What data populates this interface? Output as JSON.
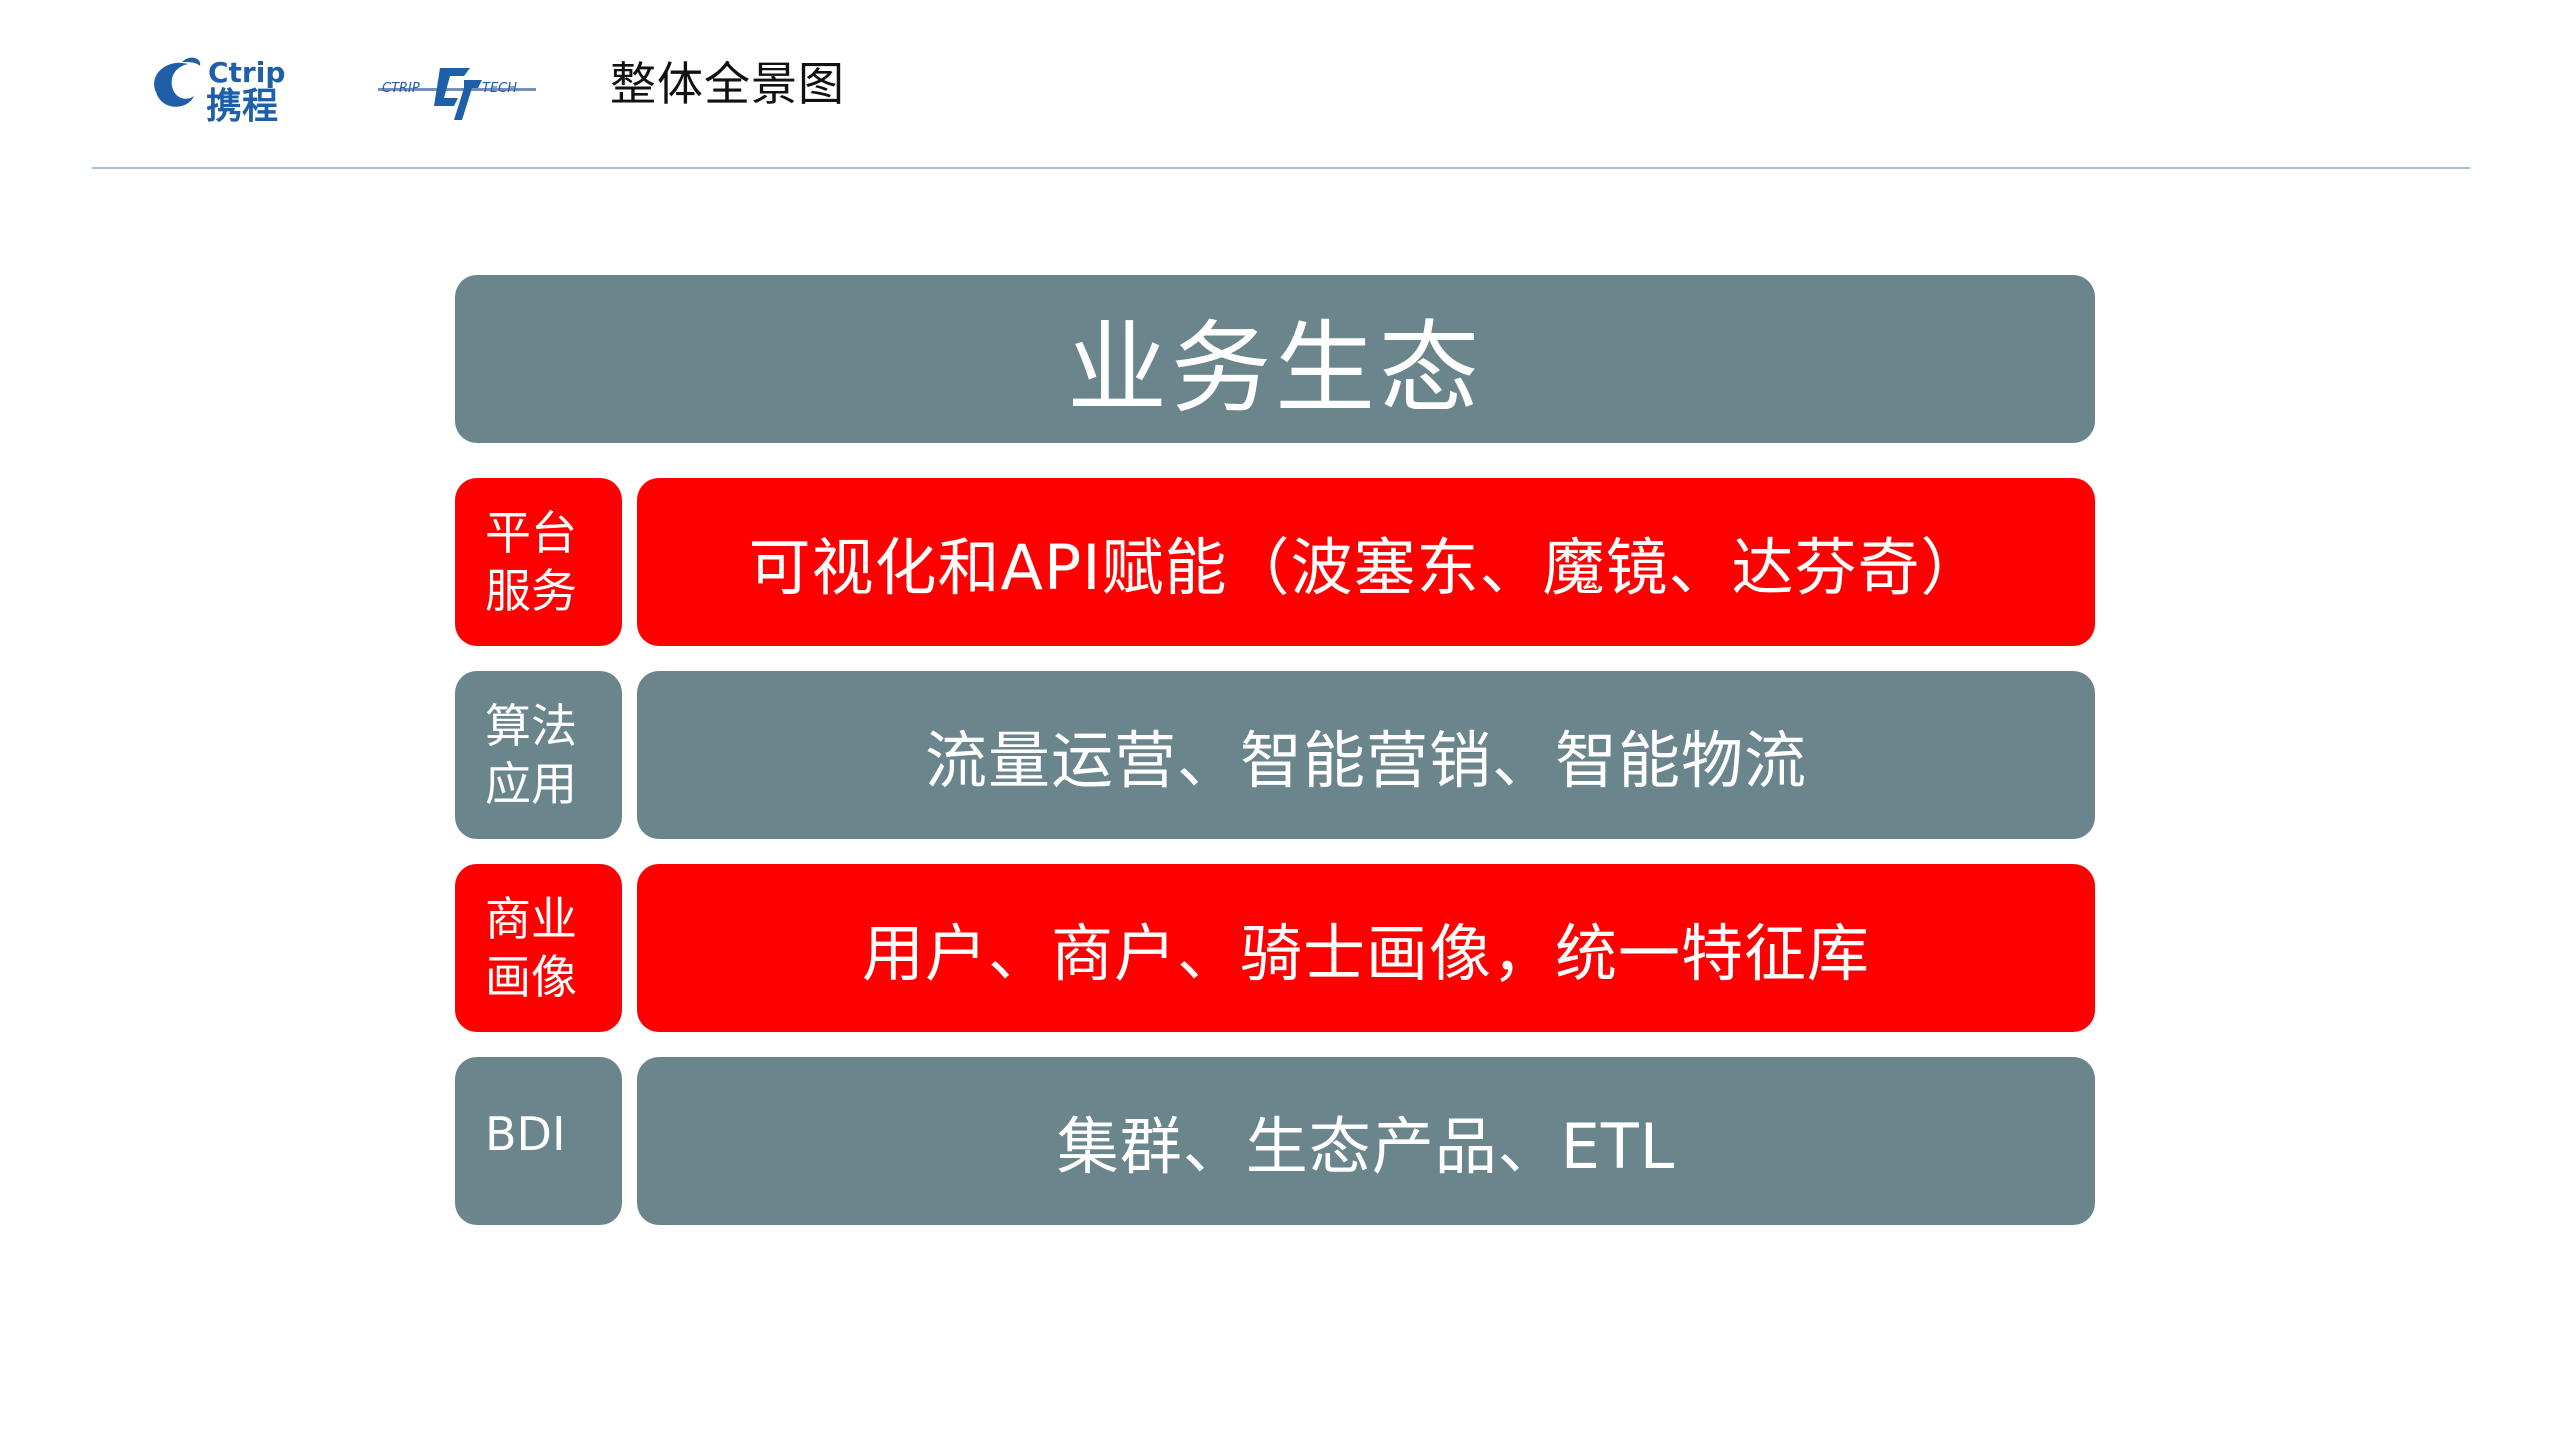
{
  "header": {
    "title": "整体全景图",
    "logos": {
      "ctrip": {
        "latin": "Ctrip",
        "cjk": "携程"
      },
      "tech": {
        "text": "CTRIP TECH"
      }
    }
  },
  "diagram": {
    "top": "业务生态",
    "rows": [
      {
        "label": "平台\n服务",
        "content": "可视化和API赋能（波塞东、魔镜、达芬奇）",
        "color": "#ff0000"
      },
      {
        "label": "算法\n应用",
        "content": "流量运营、智能营销、智能物流",
        "color": "#6a858c"
      },
      {
        "label": "商业\n画像",
        "content": "用户、商户、骑士画像，统一特征库",
        "color": "#ff0000"
      },
      {
        "label": "BDI",
        "content": "集群、生态产品、ETL",
        "color": "#6a858c"
      }
    ]
  },
  "colors": {
    "gray": "#6a858c",
    "red": "#ff0000",
    "rule": "#9cc3e3"
  }
}
